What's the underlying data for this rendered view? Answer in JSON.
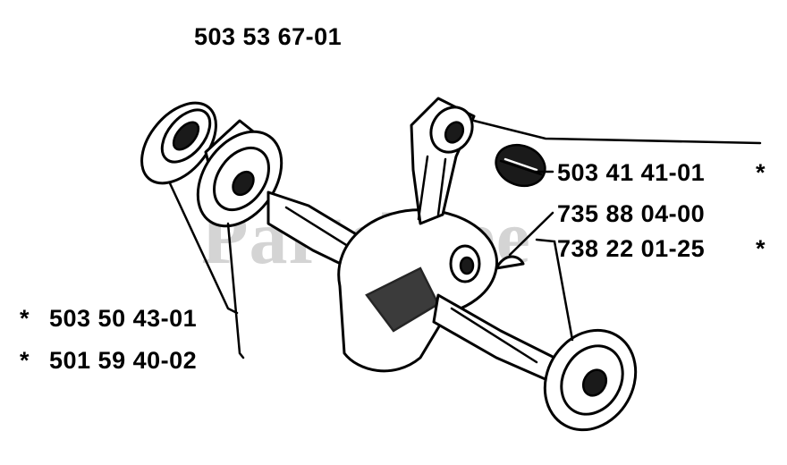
{
  "watermark": "PartsTree",
  "assembly_part_number": "503 53 67-01",
  "parts": [
    {
      "number": "503 41 41-01",
      "star": "*"
    },
    {
      "number": "735 88 04-00",
      "star": ""
    },
    {
      "number": "738 22 01-25",
      "star": "*"
    },
    {
      "number": "503 50 43-01",
      "star": "*"
    },
    {
      "number": "501 59 40-02",
      "star": "*"
    }
  ],
  "colors": {
    "ink": "#000000",
    "watermark": "#d4d4d4",
    "background": "#ffffff"
  }
}
